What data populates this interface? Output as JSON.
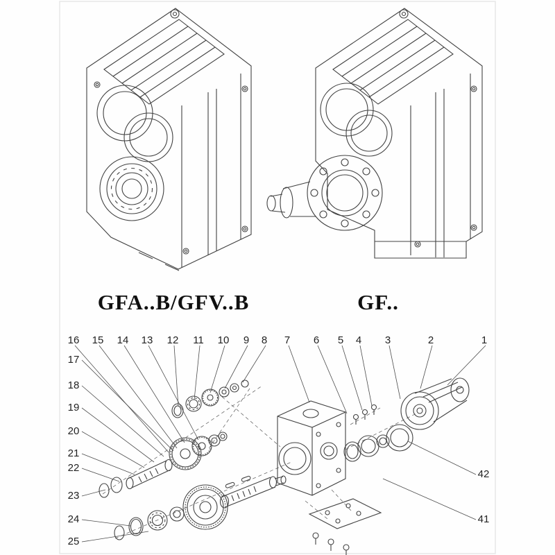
{
  "models": {
    "left_label": "GFA..B/GFV..B",
    "right_label": "GF.."
  },
  "exploded_view": {
    "top_row_numbers": [
      "16",
      "15",
      "14",
      "13",
      "12",
      "11",
      "10",
      "9",
      "8",
      "7",
      "6",
      "5",
      "4",
      "3",
      "2",
      "1"
    ],
    "left_column_numbers": [
      "17",
      "18",
      "19",
      "20",
      "21",
      "22",
      "23",
      "24",
      "25"
    ],
    "right_column_numbers": [
      "42",
      "41"
    ]
  },
  "colors": {
    "line": "#414141",
    "background": "#fefefe",
    "frame": "#e7e7e7",
    "text": "#222222"
  }
}
